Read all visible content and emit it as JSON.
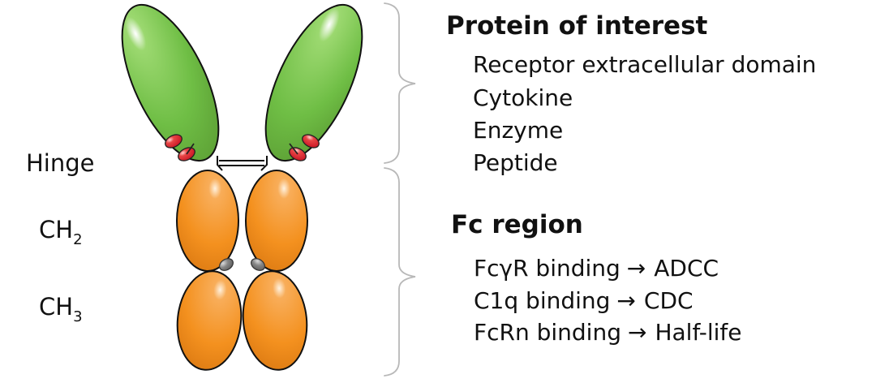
{
  "left_labels": {
    "hinge": "Hinge",
    "ch2": {
      "main": "CH",
      "sub": "2"
    },
    "ch3": {
      "main": "CH",
      "sub": "3"
    }
  },
  "protein": {
    "title": "Protein of interest",
    "items": [
      "Receptor extracellular domain",
      "Cytokine",
      "Enzyme",
      "Peptide"
    ]
  },
  "fc": {
    "title": "Fc region",
    "rows": [
      {
        "left": "FcγR binding",
        "arrow": "→",
        "right": "ADCC"
      },
      {
        "left": "C1q binding",
        "arrow": "→",
        "right": "CDC"
      },
      {
        "left": "FcRn binding",
        "arrow": "→",
        "right": "Half-life"
      }
    ]
  },
  "colors": {
    "green": "#6fbe45",
    "orange": "#f4911f",
    "red": "#d51e30",
    "gray": "#7b7b7b",
    "bracket": "#b8b8b8",
    "text": "#111111"
  }
}
